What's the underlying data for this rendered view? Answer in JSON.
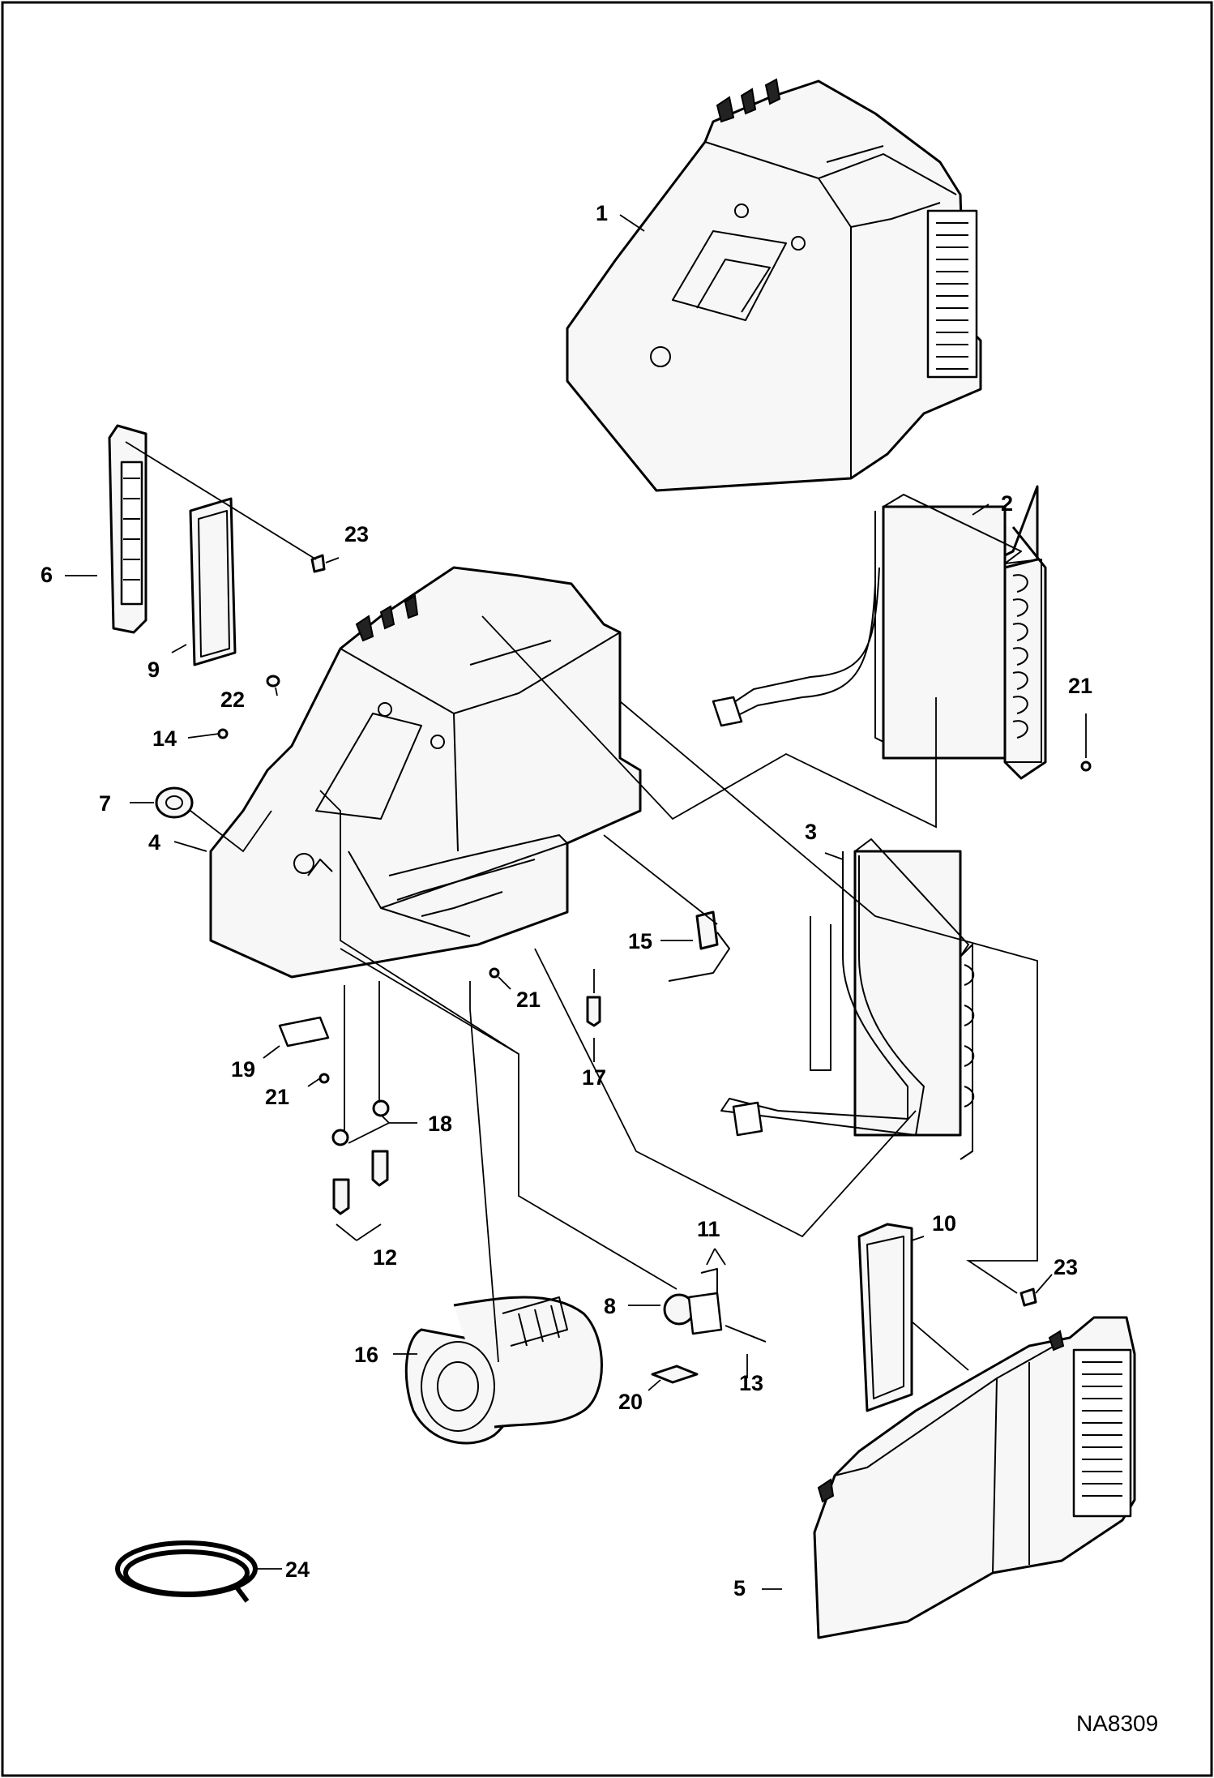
{
  "drawing_code": "NA8309",
  "callouts": {
    "c1": "1",
    "c2": "2",
    "c3": "3",
    "c4": "4",
    "c5": "5",
    "c6": "6",
    "c7": "7",
    "c8": "8",
    "c9": "9",
    "c10": "10",
    "c11": "11",
    "c12": "12",
    "c13": "13",
    "c14": "14",
    "c15": "15",
    "c16": "16",
    "c17": "17",
    "c18": "18",
    "c19": "19",
    "c20": "20",
    "c21a": "21",
    "c21b": "21",
    "c21c": "21",
    "c22": "22",
    "c23a": "23",
    "c23b": "23",
    "c24": "24"
  }
}
